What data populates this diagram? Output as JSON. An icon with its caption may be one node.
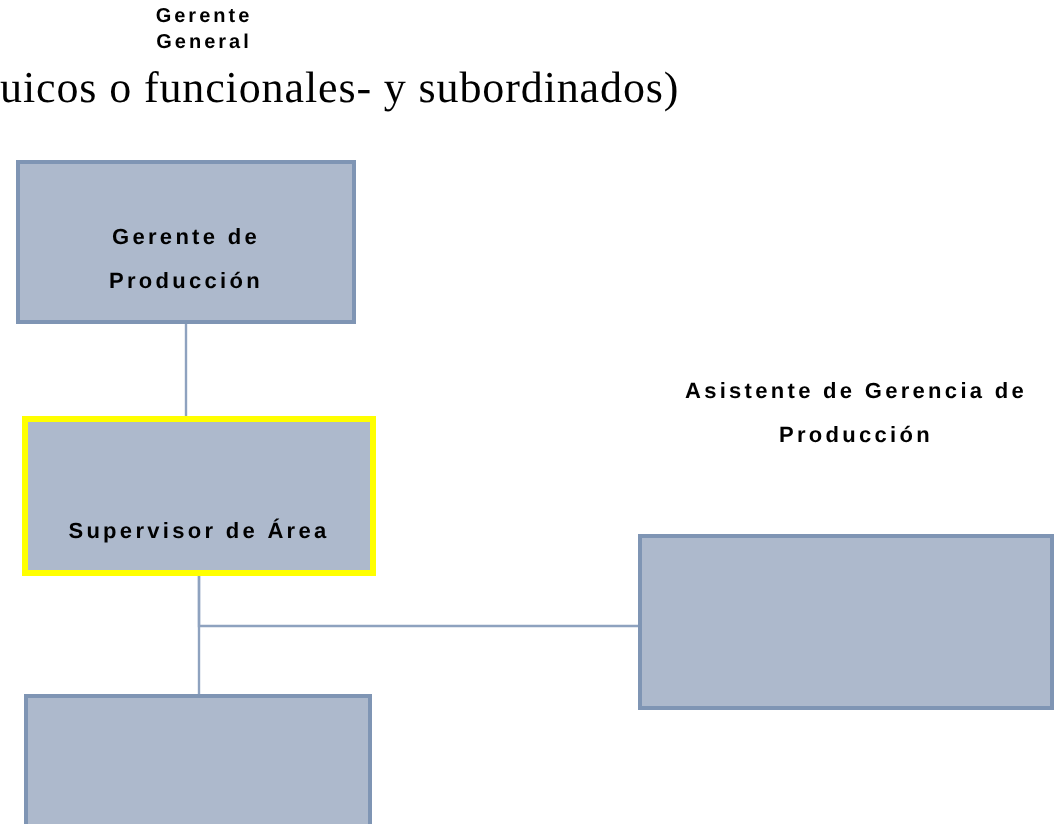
{
  "diagram": {
    "nodes": [
      {
        "text": [
          "Gerente de Producción"
        ]
      },
      {
        "text": [
          "Supervisor de Área"
        ]
      },
      {
        "text": [
          "Asistente de Gerencia de Producción"
        ]
      },
      {
        "text": [],
        "shape": "box"
      }
    ],
    "edges": [
      {
        "from": 0,
        "to": 1,
        "arrow": "none"
      },
      {
        "from": 1,
        "to": 3,
        "arrow": "none"
      },
      {
        "from": 1,
        "to": 2,
        "arrow": "none"
      }
    ],
    "labels": [
      "Gerente General",
      "uicos o funcionales- y subordinados)"
    ]
  }
}
